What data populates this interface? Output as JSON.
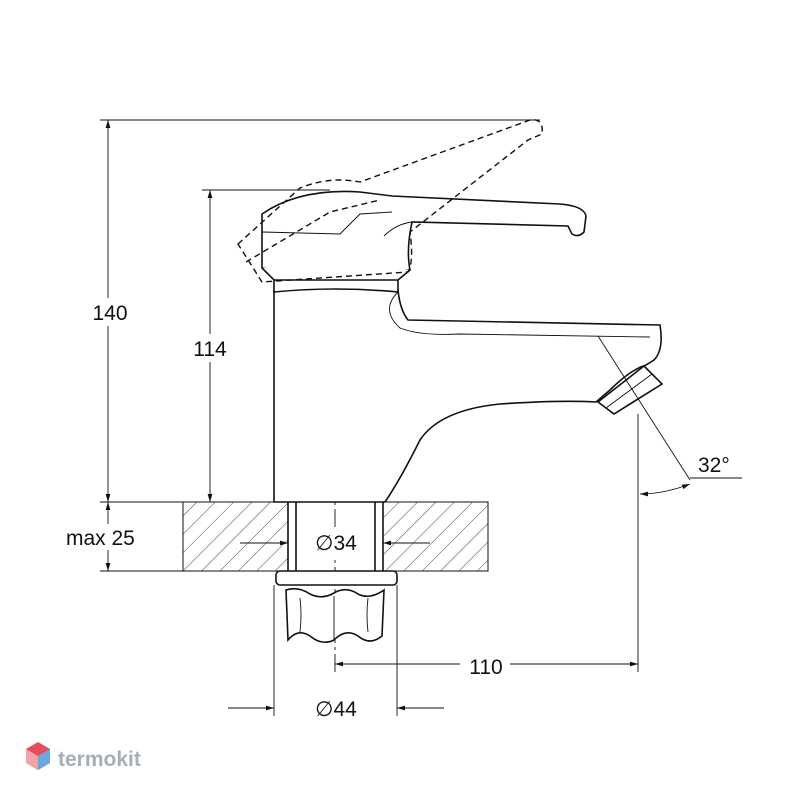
{
  "dimensions": {
    "total_height": "140",
    "spout_height": "114",
    "max_thickness": "max 25",
    "hole_diameter": "∅34",
    "base_diameter": "∅44",
    "spout_reach": "110",
    "spout_angle": "32°"
  },
  "watermark": {
    "brand": "termokit"
  },
  "colors": {
    "line": "#111111",
    "watermark_text": "#a7adb4",
    "logo_red": "#e84c5a",
    "logo_blue": "#6aa8dc"
  }
}
